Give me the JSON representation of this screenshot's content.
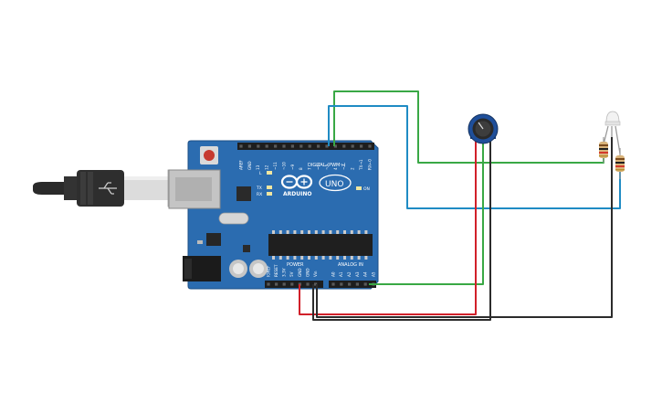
{
  "board": {
    "brand": "ARDUINO",
    "model": "UNO",
    "digital_header_label": "DIGITAL (PWM~)",
    "power_label": "POWER",
    "analog_label": "ANALOG IN",
    "led_on": "ON",
    "led_l": "L",
    "led_tx": "TX",
    "led_rx": "RX",
    "digital_pins": [
      "AREF",
      "GND",
      "13",
      "12",
      "~11",
      "~10",
      "~9",
      "8",
      "7",
      "~6",
      "~5",
      "4",
      "~3",
      "2",
      "TX→1",
      "RX←0"
    ],
    "power_pins": [
      "IOREF",
      "RESET",
      "3.3V",
      "5V",
      "GND",
      "GND",
      "Vin"
    ],
    "analog_pins": [
      "A0",
      "A1",
      "A2",
      "A3",
      "A4",
      "A5"
    ]
  },
  "colors": {
    "board": "#2b6cb0",
    "wire_green": "#39a845",
    "wire_blue": "#1f8bc4",
    "wire_red": "#d1202a",
    "wire_black": "#2b2b2b",
    "potentiometer": "#1f4f9a"
  },
  "components": {
    "usb_cable": "usb-cable",
    "potentiometer": "potentiometer",
    "led": "led-clear",
    "resistors": 2
  }
}
